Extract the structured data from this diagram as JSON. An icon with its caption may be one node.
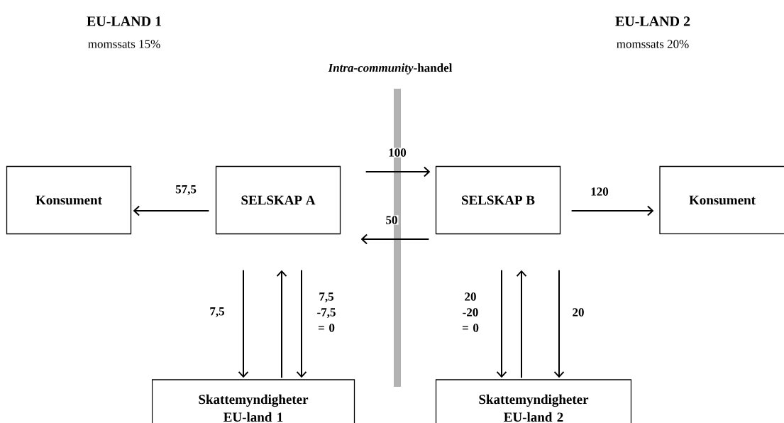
{
  "diagram": {
    "nodes": [
      {
        "text": [
          "Konsument"
        ]
      },
      {
        "text": [
          "SELSKAP A"
        ]
      },
      {
        "text": [
          "SELSKAP B"
        ]
      },
      {
        "text": [
          "Konsument"
        ]
      },
      {
        "text": [
          "Skattemyndigheter EU-land 1"
        ]
      },
      {
        "text": [
          "Skattemyndigheter EU-land 2"
        ]
      }
    ],
    "edges": [
      {
        "from": 1,
        "to": 0,
        "arrow": "to",
        "label": "57,5"
      },
      {
        "from": 1,
        "to": 2,
        "arrow": "to",
        "label": "100"
      },
      {
        "from": 2,
        "to": 1,
        "arrow": "to",
        "label": "50"
      },
      {
        "from": 2,
        "to": 3,
        "arrow": "to",
        "label": "120"
      },
      {
        "from": 1,
        "to": 4,
        "arrow": "to",
        "label": "7,5"
      },
      {
        "from": 4,
        "to": 1,
        "arrow": "to"
      },
      {
        "from": 1,
        "to": 4,
        "arrow": "to",
        "label": "7,5 -7,5 = 0"
      },
      {
        "from": 2,
        "to": 5,
        "arrow": "to",
        "label": "20 -20 = 0"
      },
      {
        "from": 5,
        "to": 2,
        "arrow": "to"
      },
      {
        "from": 2,
        "to": 5,
        "arrow": "to",
        "label": "20"
      }
    ],
    "labels": [
      "EU-LAND 1",
      "EU-LAND 2",
      "momssats 15%",
      "momssats 20%",
      "*Intra-community*-handel"
    ]
  }
}
